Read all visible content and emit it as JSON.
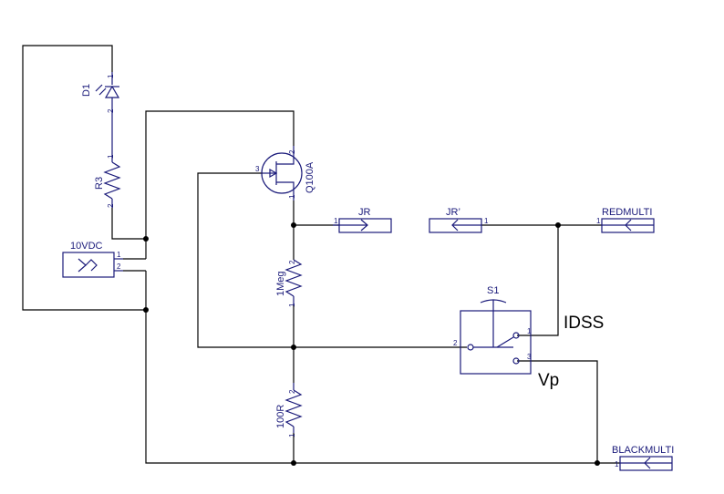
{
  "colors": {
    "wire": "#000000",
    "part": "#1a1a7a",
    "background": "#ffffff"
  },
  "components": {
    "d1": {
      "ref": "D1",
      "pin1": "1",
      "pin2": "2"
    },
    "r3": {
      "ref": "R3",
      "pin1": "1",
      "pin2": "2"
    },
    "q100a": {
      "ref": "Q100A",
      "pin1": "1",
      "pin2": "2",
      "pin3": "3"
    },
    "r1meg": {
      "ref": "1Meg",
      "pin1": "1",
      "pin2": "2"
    },
    "r100": {
      "ref": "100R",
      "pin1": "1",
      "pin2": "2"
    },
    "s1": {
      "ref": "S1",
      "pin1": "1",
      "pin2": "2",
      "pin3": "3"
    },
    "src10vdc": {
      "ref": "10VDC",
      "pin1": "1",
      "pin2": "2"
    },
    "jr": {
      "ref": "JR",
      "pin1": "1"
    },
    "jrp": {
      "ref": "JR’",
      "pin1": "1"
    },
    "redmulti": {
      "ref": "REDMULTI",
      "pin1": "1"
    },
    "blackmulti": {
      "ref": "BLACKMULTI",
      "pin1": "1"
    }
  },
  "annotations": {
    "idss": "IDSS",
    "vp": "Vp"
  }
}
